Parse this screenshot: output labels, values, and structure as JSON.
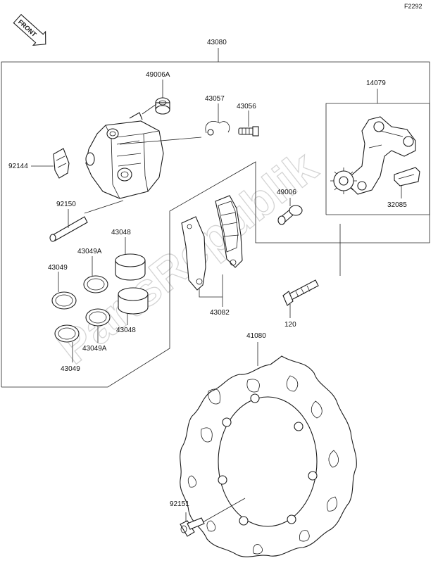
{
  "diagram": {
    "code": "F2292",
    "direction_badge": "FRONT",
    "watermark": "PartsRepublik",
    "labels": {
      "p43080": "43080",
      "p49006A": "49006A",
      "p43057": "43057",
      "p43056": "43056",
      "p14079": "14079",
      "p92144": "92144",
      "p49006": "49006",
      "p32085": "32085",
      "p92150": "92150",
      "p43048_top": "43048",
      "p43049A_top": "43049A",
      "p43049_top": "43049",
      "p43048_bottom": "43048",
      "p43049A_bottom": "43049A",
      "p43049_bottom": "43049",
      "p43082": "43082",
      "p120": "120",
      "p41080": "41080",
      "p92151": "92151"
    }
  }
}
